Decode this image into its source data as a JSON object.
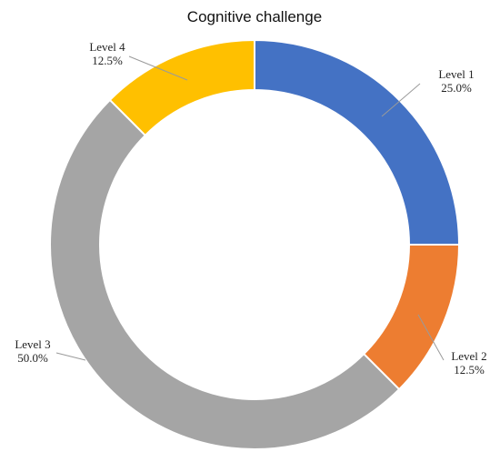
{
  "chart_data": {
    "type": "pie",
    "variant": "donut",
    "title": "Cognitive challenge",
    "categories": [
      "Level 1",
      "Level 2",
      "Level 3",
      "Level 4"
    ],
    "values": [
      25.0,
      12.5,
      50.0,
      12.5
    ],
    "value_labels": [
      "25.0%",
      "12.5%",
      "50.0%",
      "12.5%"
    ],
    "colors": [
      "#4472C4",
      "#ED7D31",
      "#A5A5A5",
      "#FFC000"
    ],
    "start_angle_deg": 0,
    "direction": "clockwise",
    "legend": "none"
  }
}
